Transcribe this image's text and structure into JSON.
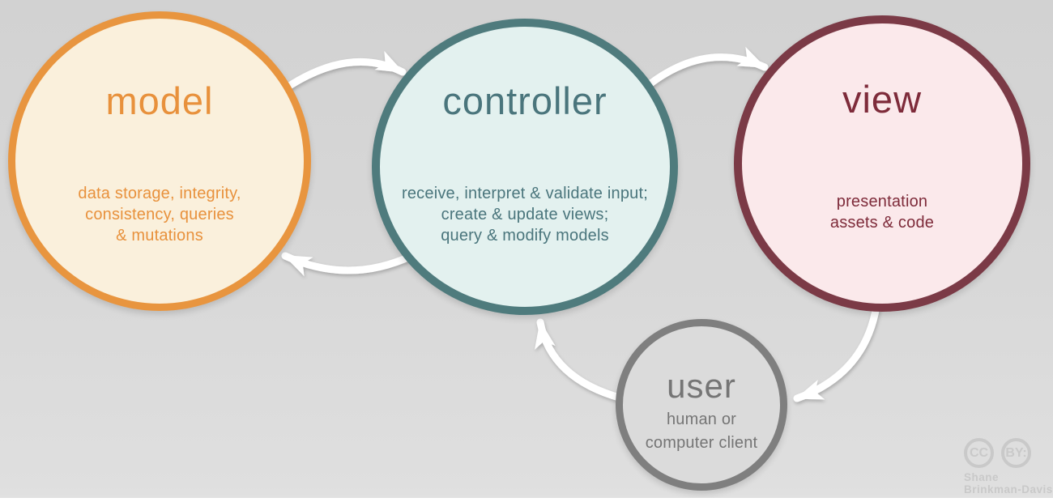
{
  "background": {
    "top": "#d2d2d2",
    "bottom": "#dfdfdf",
    "footer_bar": "#ffffff"
  },
  "nodes": {
    "model": {
      "title": "model",
      "desc_lines": [
        "data storage, integrity,",
        "consistency, queries",
        "& mutations"
      ],
      "border_color": "#e8953f",
      "fill_color": "#faf0dc",
      "text_color": "#e8913c"
    },
    "controller": {
      "title": "controller",
      "desc_lines": [
        "receive, interpret & validate input;",
        "create & update views;",
        "query & modify models"
      ],
      "border_color": "#4f7b7d",
      "fill_color": "#e3f1ef",
      "text_color": "#4a757c"
    },
    "view": {
      "title": "view",
      "desc_lines": [
        "presentation",
        "assets & code"
      ],
      "border_color": "#7b3a46",
      "fill_color": "#fbe9eb",
      "text_color": "#7e2b3a"
    },
    "user": {
      "title": "user",
      "desc_lines": [
        "human or",
        "computer client"
      ],
      "border_color": "#7f7f7f",
      "fill_color": "#dbdbdb",
      "text_color": "#757575"
    }
  },
  "arrows": {
    "color": "#ffffff",
    "connections": [
      {
        "from": "model",
        "to": "controller"
      },
      {
        "from": "controller",
        "to": "view"
      },
      {
        "from": "controller",
        "to": "model"
      },
      {
        "from": "view",
        "to": "user"
      },
      {
        "from": "user",
        "to": "controller"
      }
    ]
  },
  "watermark": {
    "cc_label": "CC",
    "by_label": "BY:",
    "author_line1": "Shane",
    "author_line2": "Brinkman-Davis",
    "color": "#c9c9c9"
  }
}
